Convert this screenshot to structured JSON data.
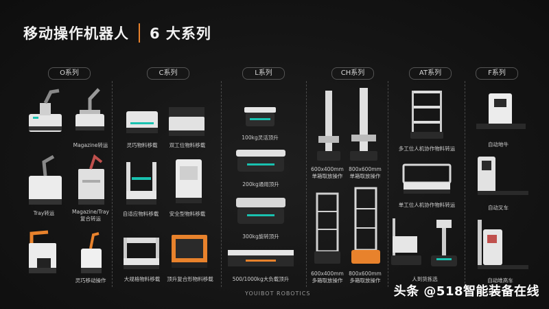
{
  "header": {
    "title_left": "移动操作机器人",
    "title_right": "6 大系列"
  },
  "series": [
    {
      "label": "O系列",
      "items": [
        "Magazine转运",
        "Tray转运",
        "Magazine/Tray",
        "复合转运",
        "灵巧移动操作"
      ]
    },
    {
      "label": "C系列",
      "items": [
        "灵巧物料移载",
        "双工位物料移载",
        "自适应物料移载",
        "安全型物料移载",
        "大规格物料移载",
        "顶升复合形物料移载"
      ]
    },
    {
      "label": "L系列",
      "items": [
        "100kg灵活顶升",
        "200kg通用顶升",
        "300kg旋转顶升",
        "500/1000kg大负载顶升"
      ]
    },
    {
      "label": "CH系列",
      "items": [
        "600x400mm",
        "单箱取放操作",
        "800x600mm",
        "单箱取放操作",
        "600x400mm",
        "多箱取放操作",
        "800x600mm",
        "多箱取放操作"
      ]
    },
    {
      "label": "AT系列",
      "items": [
        "多工位人机协作物料转运",
        "单工位人机协作物料转运",
        "人到货拣选"
      ]
    },
    {
      "label": "F系列",
      "items": [
        "自动地牛",
        "自动叉车",
        "自动堆高车"
      ]
    }
  ],
  "footer": "YOUIBOT ROBOTICS",
  "watermark": "头条 @518智能装备在线",
  "colors": {
    "accent": "#e8822c",
    "teal": "#19c2b0",
    "background": "#141414"
  }
}
